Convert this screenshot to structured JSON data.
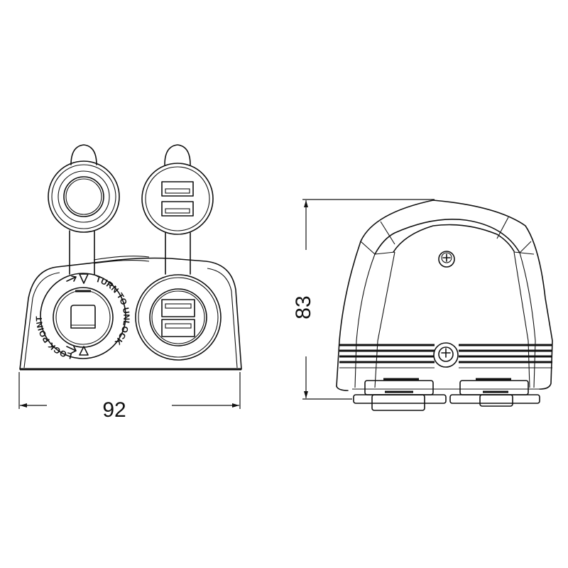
{
  "drawing": {
    "front_view": {
      "width_dimension": "92",
      "lock_ring": {
        "left_text": "LOCK POINT",
        "right_text": "TURN TO UNLOCK"
      },
      "sockets": [
        {
          "name": "power-socket",
          "type": "cigarette-lighter"
        },
        {
          "name": "usb-charger",
          "type": "dual-usb",
          "ports": 2
        }
      ],
      "caps": [
        {
          "name": "power-socket-cap",
          "type": "round-socket-icon"
        },
        {
          "name": "usb-cap",
          "type": "dual-usb-icon",
          "ports": 2
        }
      ]
    },
    "side_view": {
      "height_dimension": "83",
      "screws": [
        "top-screw",
        "band-screw"
      ]
    }
  }
}
